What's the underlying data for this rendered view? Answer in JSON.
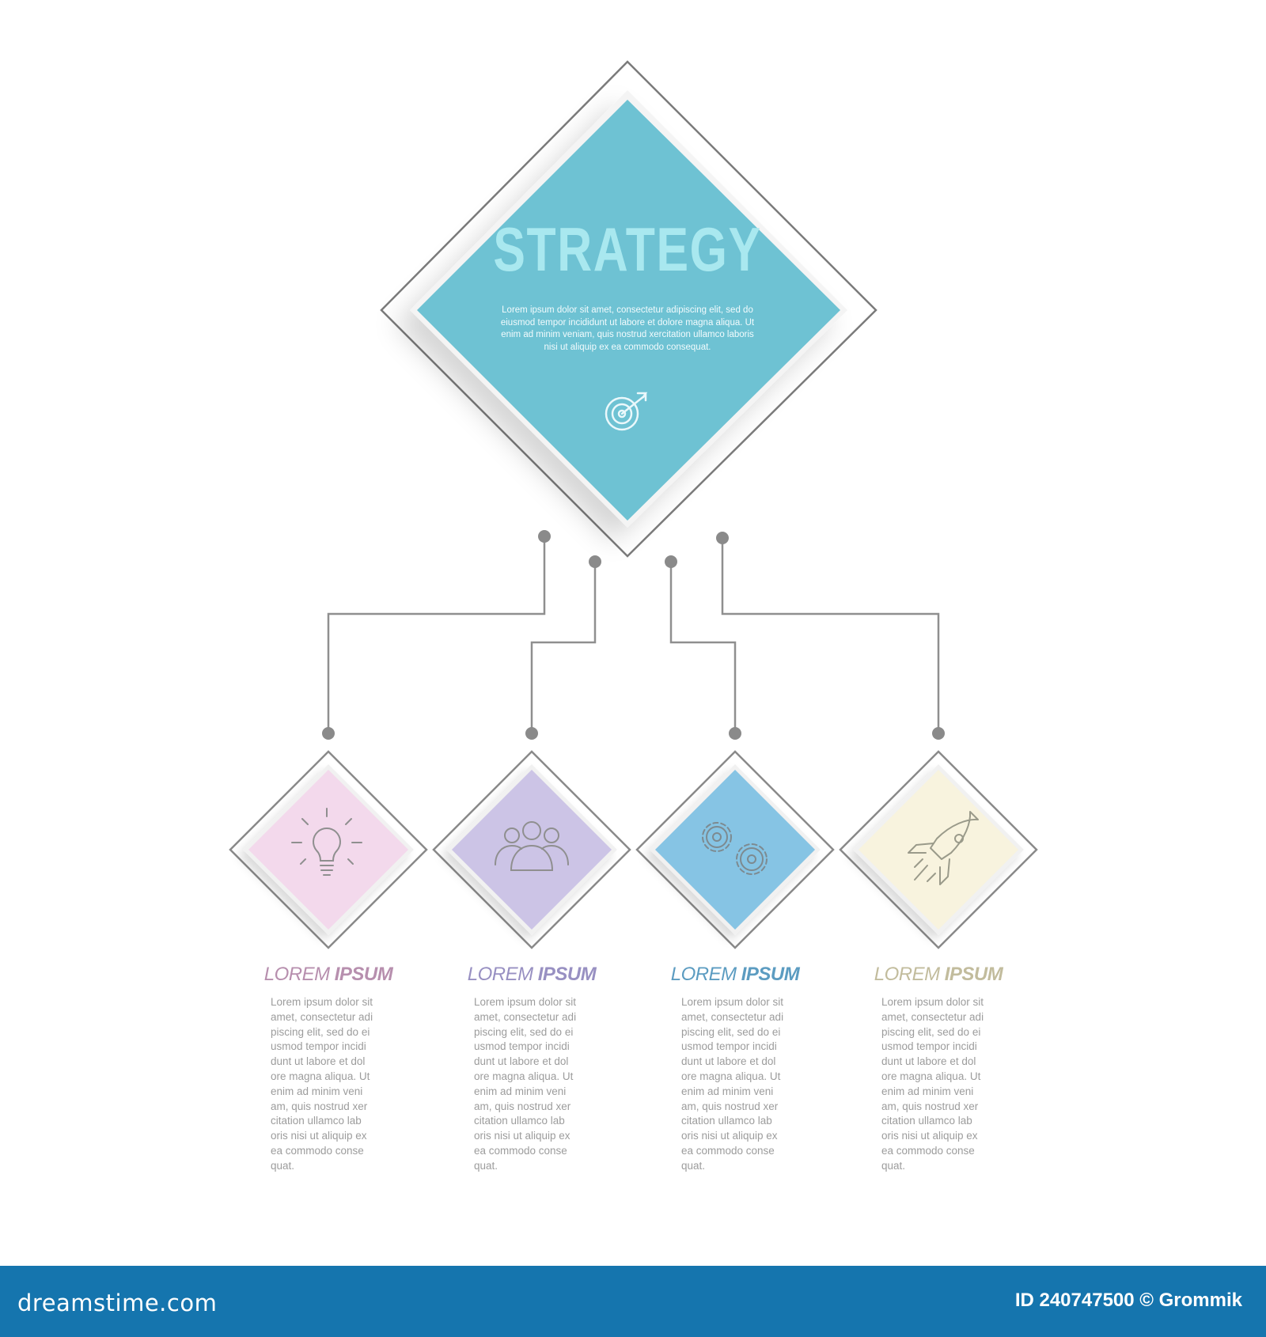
{
  "main": {
    "title": "STRATEGY",
    "description": "Lorem ipsum dolor sit amet, consectetur adipiscing elit, sed do eiusmod tempor incididunt ut labore et dolore magna aliqua. Ut enim ad minim veniam, quis nostrud xercitation ullamco laboris nisi ut aliquip ex ea commodo consequat.",
    "icon": "target-icon",
    "color": "#6ec2d3"
  },
  "cards": [
    {
      "title_a": "LOREM",
      "title_b": "IPSUM",
      "icon": "lightbulb-icon",
      "color": "#f3d9ec",
      "title_color": "#b78fae",
      "body": "Lorem ipsum dolor sit\namet, consectetur adi\npiscing elit, sed do ei\nusmod tempor incidi\ndunt ut labore et dol\nore magna aliqua. Ut\nenim ad minim veni\nam, quis nostrud xer\ncitation ullamco lab\noris nisi ut aliquip ex\nea commodo conse\nquat."
    },
    {
      "title_a": "LOREM",
      "title_b": "IPSUM",
      "icon": "people-group-icon",
      "color": "#ccc4e6",
      "title_color": "#9890c2",
      "body": "Lorem ipsum dolor sit\namet, consectetur adi\npiscing elit, sed do ei\nusmod tempor incidi\ndunt ut labore et dol\nore magna aliqua. Ut\nenim ad minim veni\nam, quis nostrud xer\ncitation ullamco lab\noris nisi ut aliquip ex\nea commodo conse\nquat."
    },
    {
      "title_a": "LOREM",
      "title_b": "IPSUM",
      "icon": "gears-icon",
      "color": "#86c4e4",
      "title_color": "#5c9cc1",
      "body": "Lorem ipsum dolor sit\namet, consectetur adi\npiscing elit, sed do ei\nusmod tempor incidi\ndunt ut labore et dol\nore magna aliqua. Ut\nenim ad minim veni\nam, quis nostrud xer\ncitation ullamco lab\noris nisi ut aliquip ex\nea commodo conse\nquat."
    },
    {
      "title_a": "LOREM",
      "title_b": "IPSUM",
      "icon": "rocket-icon",
      "color": "#f8f3de",
      "title_color": "#c2bc9d",
      "body": "Lorem ipsum dolor sit\namet, consectetur adi\npiscing elit, sed do ei\nusmod tempor incidi\ndunt ut labore et dol\nore magna aliqua. Ut\nenim ad minim veni\nam, quis nostrud xer\ncitation ullamco lab\noris nisi ut aliquip ex\nea commodo conse\nquat."
    }
  ],
  "footer": {
    "logo": "dreamstime.com",
    "credit": "ID 240747500 © Grommik",
    "color": "#1575ae"
  }
}
